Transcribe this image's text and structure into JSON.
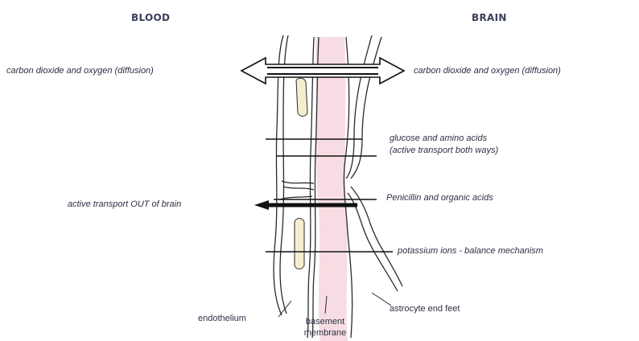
{
  "headers": {
    "left": "BLOOD",
    "right": "BRAIN"
  },
  "labels": {
    "co2_left": "carbon dioxide and oxygen (diffusion)",
    "co2_right": "carbon dioxide and oxygen (diffusion)",
    "glucose_line1": "glucose and amino acids",
    "glucose_line2": "(active transport both ways)",
    "active_out": "active transport OUT of brain",
    "penicillin": "Penicillin and organic acids",
    "potassium": "potassium ions - balance mechanism",
    "endothelium": "endothelium",
    "basement_line1": "basement",
    "basement_line2": "membrane",
    "astrocyte": "astrocyte end feet"
  },
  "colors": {
    "membrane": "#f7dde3",
    "cell_fill": "#f6edcf",
    "line": "#2a2a2a",
    "header": "#3a3f5c"
  }
}
